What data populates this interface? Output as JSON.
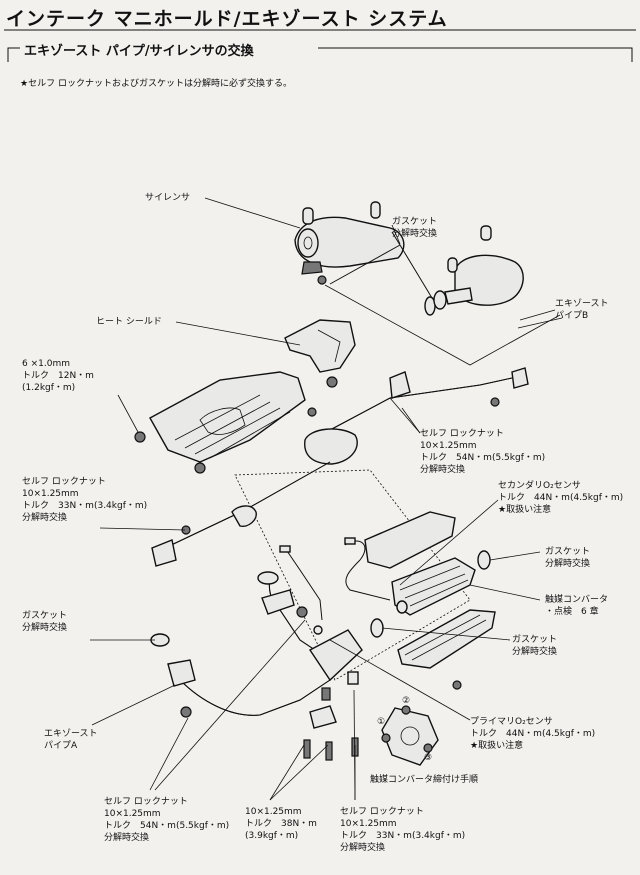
{
  "header": {
    "title": "インテーク マニホールド/エキゾースト システム",
    "section": "エキゾースト パイプ/サイレンサの交換",
    "note": "セルフ ロックナットおよびガスケットは分解時に必ず交換する。",
    "note_mark": "★"
  },
  "labels": {
    "silencer": "サイレンサ",
    "gasket_top": [
      "ガスケット",
      "分解時交換"
    ],
    "exhaust_pipe_b": [
      "エキゾースト",
      "パイプB"
    ],
    "heat_shield": "ヒート シールド",
    "bolt_6": [
      "6 ×1.0mm",
      "トルク　12N・m",
      "(1.2kgf・m)"
    ],
    "self_lock_nut_mid": [
      "セルフ ロックナット",
      "10×1.25mm",
      "トルク　54N・m(5.5kgf・m)",
      "分解時交換"
    ],
    "self_lock_nut_left": [
      "セルフ ロックナット",
      "10×1.25mm",
      "トルク　33N・m(3.4kgf・m)",
      "分解時交換"
    ],
    "secondary_o2": [
      "セカンダリO₂センサ",
      "トルク　44N・m(4.5kgf・m)",
      "★取扱い注意"
    ],
    "gasket_right": [
      "ガスケット",
      "分解時交換"
    ],
    "catalytic_converter": [
      "触媒コンバータ",
      "・点検　6 章"
    ],
    "gasket_mid": [
      "ガスケット",
      "分解時交換"
    ],
    "gasket_left": [
      "ガスケット",
      "分解時交換"
    ],
    "exhaust_pipe_a": [
      "エキゾースト",
      "パイプA"
    ],
    "primary_o2": [
      "プライマリO₂センサ",
      "トルク　44N・m(4.5kgf・m)",
      "★取扱い注意"
    ],
    "self_lock_nut_bottom_left": [
      "セルフ ロックナット",
      "10×1.25mm",
      "トルク　54N・m(5.5kgf・m)",
      "分解時交換"
    ],
    "bolt_bottom_mid": [
      "10×1.25mm",
      "トルク　38N・m",
      "(3.9kgf・m)"
    ],
    "self_lock_nut_bottom_right": [
      "セルフ ロックナット",
      "10×1.25mm",
      "トルク　33N・m(3.4kgf・m)",
      "分解時交換"
    ],
    "tightening_caption": "触媒コンバータ締付け手順",
    "sequence": [
      "①",
      "②",
      "③"
    ]
  }
}
